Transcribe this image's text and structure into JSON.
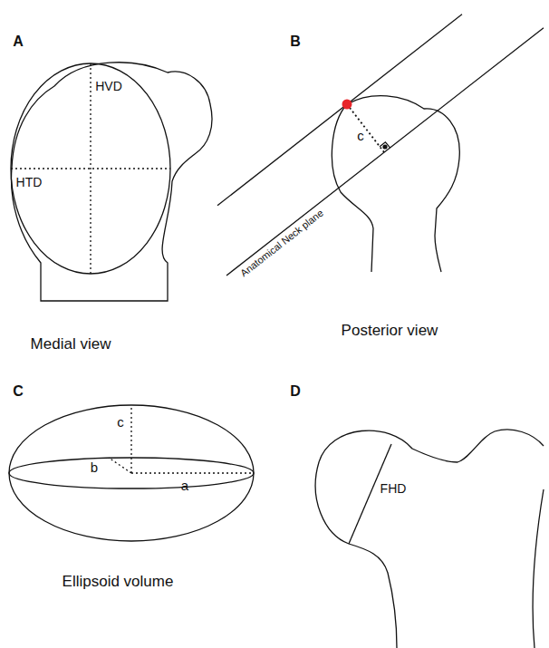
{
  "diagram": {
    "labels": [
      "A",
      "B",
      "HVD",
      "HTD",
      "c",
      "Anatomical Neck plane",
      "Medial view",
      "Posterior view",
      "C",
      "D",
      "c",
      "b",
      "a",
      "Ellipsoid volume",
      "FHD"
    ]
  }
}
